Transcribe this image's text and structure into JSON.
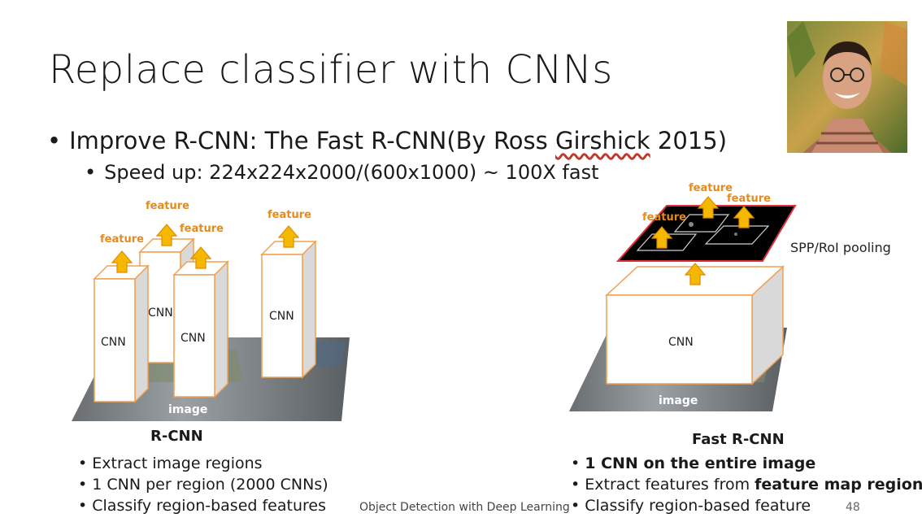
{
  "slide": {
    "title": "Replace classifier with CNNs",
    "bullet1_prefix": "Improve R-CNN: The Fast R-CNN(By Ross ",
    "bullet1_name": "Girshick",
    "bullet1_suffix": " 2015)",
    "bullet2": "Speed up: 224x224x2000/(600x1000) ~ 100X fast",
    "footer": "Object Detection with Deep Learning",
    "page_number": "48"
  },
  "left_diagram": {
    "caption": "R-CNN",
    "cnn_label": "CNN",
    "feature_label": "feature",
    "image_label": "image",
    "bullets": [
      "Extract image regions",
      "1 CNN per region (2000 CNNs)",
      "Classify region-based features"
    ]
  },
  "right_diagram": {
    "caption": "Fast R-CNN",
    "cnn_label": "CNN",
    "feature_label": "feature",
    "image_label": "image",
    "pool_label": "SPP/RoI pooling",
    "bullets": [
      {
        "plain": "",
        "bold": "1 CNN on the entire image"
      },
      {
        "plain": "Extract features from ",
        "bold": "feature map regions"
      },
      {
        "plain": "Classify region-based feature",
        "bold": ""
      }
    ]
  },
  "colors": {
    "box_border": "#f0a050",
    "arrow": "#f5b800",
    "arrow_stroke": "#e08a00",
    "feature_text": "#e58a1c",
    "box_side": "#d9d9d9"
  }
}
